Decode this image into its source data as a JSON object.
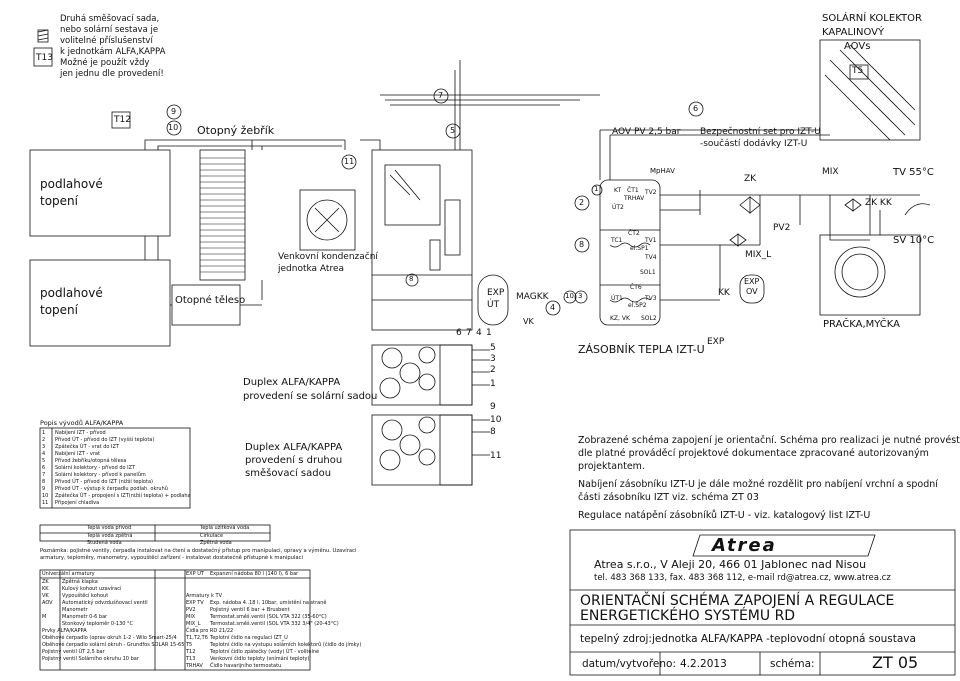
{
  "header": {
    "notes_text": [
      "Druhá směšovací sada,",
      "nebo solární sestava je",
      "volitelné příslušenství",
      "k jednotkám ALFA,KAPPA",
      "Možné je použít vždy",
      "jen jednu dle provedení!"
    ],
    "tag_t13": "T13",
    "tag_t12": "T12",
    "collector_title": [
      "SOLÁRNÍ KOLEKTOR",
      "KAPALINOVÝ",
      "AOVs"
    ],
    "tag_t5": "T5"
  },
  "labels": {
    "floor_heating_1": [
      "podlahové",
      "topení"
    ],
    "floor_heating_2": [
      "podlahové",
      "topení"
    ],
    "radiator_ladder": "Otopný žebřík",
    "radiator_body": "Otopné těleso",
    "outdoor_unit": [
      "Venkovní kondenzační",
      "jednotka Atrea"
    ],
    "exp_ut": [
      "EXP",
      "ÚT"
    ],
    "magkk": "MAGKK",
    "vk": "VK",
    "aov_pv": "AOV  PV 2,5 bar",
    "safety_set": [
      "Bezpečnostní set pro IZT-U",
      "-součástí dodávky IZT-U"
    ],
    "mphav": "MpHAV",
    "tv55": "TV 55°C",
    "sv10": "SV 10°C",
    "zk": "ZK",
    "mix": "MIX",
    "zk_kk": "ZK KK",
    "pv2": "PV2",
    "mix_l": "MIX_L",
    "kk": "KK",
    "exp_ov": [
      "EXP",
      "OV"
    ],
    "washer": "PRAČKA,MYČKA",
    "tank_title": "ZÁSOBNÍK TEPLA IZT-U",
    "exp": "EXP",
    "duplex_solar": [
      "Duplex ALFA/KAPPA",
      "provedení se solární sadou"
    ],
    "duplex_second": [
      "Duplex ALFA/KAPPA",
      "provedení s druhou",
      "směšovací sadou"
    ],
    "tank_inner": [
      "KT",
      "ČT1",
      "TRHAV",
      "ÚT2",
      "ČT2",
      "TC1",
      "el.SP1",
      "TV1",
      "TV4",
      "SOL1",
      "ČT6",
      "ÚT1",
      "el.SP2",
      "TV3",
      "KZ, VK",
      "SOL2",
      "TV2"
    ],
    "port_numbers_top": [
      "6",
      "7",
      "4",
      "1"
    ],
    "port_numbers_side": [
      "5",
      "3",
      "2",
      "1",
      "9",
      "10",
      "8",
      "11"
    ]
  },
  "numbers": {
    "n1": "1",
    "n2": "2",
    "n3": "3",
    "n4": "4",
    "n5": "5",
    "n6": "6",
    "n7": "7",
    "n8": "8",
    "n9": "9",
    "n10": "10",
    "n11": "11"
  },
  "legend": {
    "title": "Popis vývodů ALFA/KAPPA",
    "rows": [
      [
        "1",
        "Nabíjení IZT - přívod"
      ],
      [
        "2",
        "Přívod ÚT - přívod do IZT (vyšší teplota)"
      ],
      [
        "3",
        "Zpátečka ÚT - vrat do IZT"
      ],
      [
        "4",
        "Nabíjení IZT - vrat"
      ],
      [
        "5",
        "Přívod žebříku/otopná tělesa"
      ],
      [
        "6",
        "Solární kolektory - přívod do IZT"
      ],
      [
        "7",
        "Solární kolektory - přívod k panelům"
      ],
      [
        "8",
        "Přívod ÚT - přívod do IZT (nižší teplota)"
      ],
      [
        "9",
        "Přívod ÚT - výstup k čerpadlu podlah. okruhů"
      ],
      [
        "10",
        "Zpátečka ÚT - propojení s IZT(nižší teplota) + podlaha"
      ],
      [
        "11",
        "Připojení chladiva"
      ]
    ],
    "line_types": [
      "Teplá voda přívod",
      "Teplá voda zpětná",
      "Studená voda",
      "Teplá užitková voda",
      "Cirkulace",
      "Zpětná voda"
    ],
    "note": "Poznámka: pojistné ventily, čerpadla instalovat na čtení a dostatečný přístup pro manipulaci, opravy a výměnu. Uzavírací armatury, teploměry, manometry, vypouštěcí zařízení - instalovat dostatečně přístupné k manipulaci"
  },
  "armatures": {
    "title": "Univerzální armatury",
    "rows": [
      [
        "ZK",
        "Zpětná klapka"
      ],
      [
        "KK",
        "Kulový kohout uzavírací"
      ],
      [
        "VK",
        "Vypouštěcí kohout"
      ],
      [
        "AOV",
        "Automatický odvzdušňovací ventil"
      ],
      [
        "",
        "Manometr"
      ],
      [
        "M",
        "Manometr 0-6 bar"
      ],
      [
        "",
        "Stonkový teploměr 0-130 °C"
      ],
      [
        "",
        "Prvky ALFA/KAPPA"
      ],
      [
        "",
        "Oběhové čerpadlo (oprav okruh 1-2 - Wilo Smart-25/4"
      ],
      [
        "",
        "Oběhové čerpadlo solární okruh - Grundfos SOLAR 15-65"
      ],
      [
        "",
        "Pojistný ventil ÚT 2,5 bar"
      ],
      [
        "",
        "Pojistný ventil Solárního okruhu 10 bar"
      ]
    ],
    "right_rows": [
      [
        "EXP ÚT",
        "Expanzní nádoba 80 l (140 l), 6 bar"
      ],
      [
        "",
        "Armatury k TV"
      ],
      [
        "EXP TV",
        "Exp. nádoba 4..18 l, 10bar, umístění na straně"
      ],
      [
        "PV2",
        "Pojistný ventil 6 bar + Brusbent"
      ],
      [
        "MIX",
        "Termostat.směš.ventil (SOL VTA 322 (35-60°C)"
      ],
      [
        "MIX_L",
        "Termostat.směš.ventil (SOL VTA 332 3/4\" (20-43°C)"
      ],
      [
        "",
        "Čidla pro RD 21/22"
      ],
      [
        "T1,T2,T6",
        "Teplotní čidlo na regulaci IZT_U"
      ],
      [
        "T5",
        "Teplotní čidlo na výstupu solárních kolektorů (čidlo do jímky)"
      ],
      [
        "T12",
        "Teplotní čidlo zpátečky (vody) ÚT - volitelné"
      ],
      [
        "T13",
        "Venkovní čidlo teploty (snímání teploty)"
      ],
      [
        "TRHAV",
        "Čidlo havarijního termostatu"
      ]
    ]
  },
  "info": {
    "para1": [
      "Zobrazené schéma zapojení je orientační. Schéma pro realizaci je nutné provést",
      "dle platné prováděcí projektové dokumentace zpracované autorizovaným",
      "projektantem."
    ],
    "para2": [
      "Nabíjení zásobníku IZT-U je dále možné rozdělit pro nabíjení vrchní a spodní",
      "části zásobníku IZT viz. schéma ZT 03"
    ],
    "para3": "Regulace natápění zásobníků IZT-U - viz. katalogový list IZT-U",
    "logo_text": "Atrea",
    "company": "Atrea s.r.o., V Aleji 20, 466 01 Jablonec nad Nisou",
    "contact": "tel. 483 368 133, fax. 483 368 112, e-mail rd@atrea.cz, www.atrea.cz",
    "title_main": [
      "ORIENTAČNÍ SCHÉMA ZAPOJENÍ A REGULACE",
      "ENERGETICKÉHO SYSTÉMU RD"
    ],
    "subtitle": "tepelný zdroj:jednotka ALFA/KAPPA -teplovodní otopná soustava",
    "date_label": "datum/vytvořeno:",
    "date_value": "4.2.2013",
    "scheme_label": "schéma:",
    "scheme_value": "ZT 05"
  },
  "colors": {
    "line": "#111111",
    "faint": "#dddddd",
    "bg": "#ffffff"
  }
}
